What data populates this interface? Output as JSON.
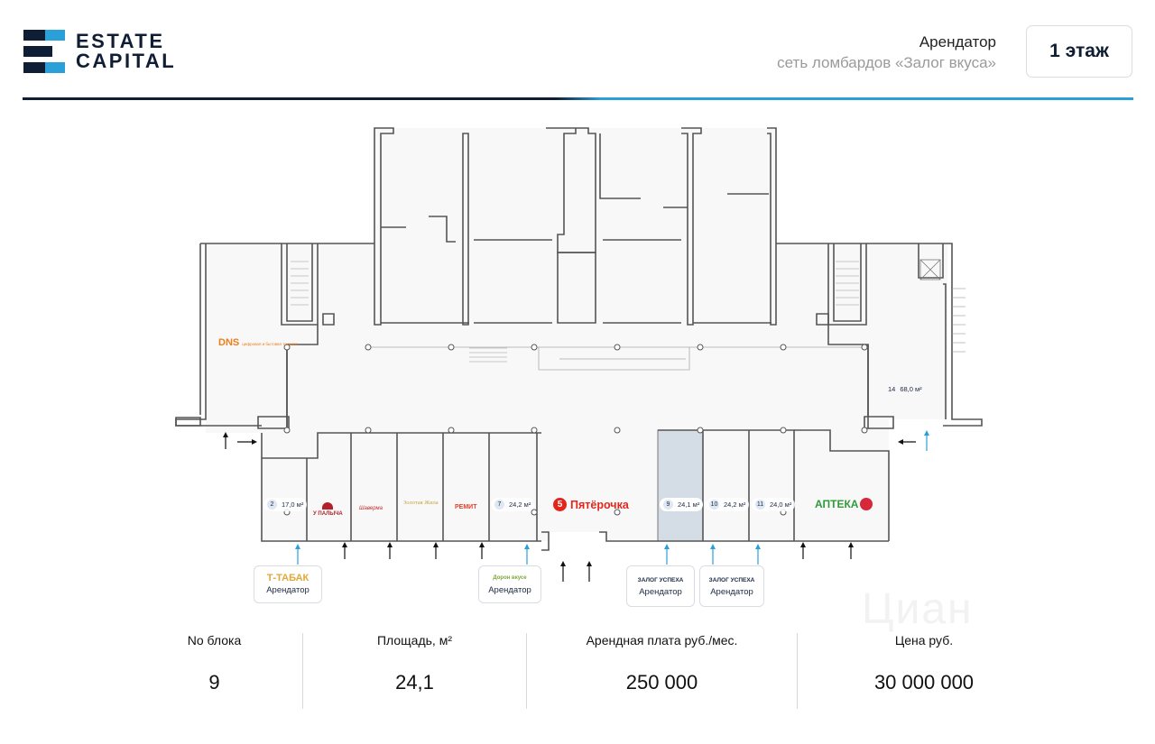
{
  "header": {
    "logo_line1": "ESTATE",
    "logo_line2": "CAPITAL",
    "tenant_label": "Арендатор",
    "tenant_value": "сеть ломбардов «Залог вкуса»",
    "floor_button": "1 этаж"
  },
  "colors": {
    "brand_dark": "#0f1e34",
    "brand_blue": "#2a9fd8",
    "selected_unit": "#d4dce5",
    "wall": "#5a5a5a",
    "arrow_blue": "#2a9fd8"
  },
  "plan": {
    "tenants_in_plan": [
      {
        "name": "DNS",
        "sub": "цифровая и бытовая техника",
        "color": "#f07d1a"
      },
      {
        "name": "У ПАЛЫЧА",
        "color": "#b3202a"
      },
      {
        "name": "Шаверма",
        "color": "#c42a2a"
      },
      {
        "name": "Золотая Жила",
        "color": "#c9a23a"
      },
      {
        "name": "РЕМИТ",
        "color": "#e0412a"
      },
      {
        "name": "Пятёрочка",
        "color": "#e2261c"
      },
      {
        "name": "АПТЕКА",
        "color": "#2f9b3a"
      }
    ],
    "units": [
      {
        "number": "2",
        "area": "17,0 м²"
      },
      {
        "number": "7",
        "area": "24,2 м²"
      },
      {
        "number": "9",
        "area": "24,1 м²",
        "selected": true
      },
      {
        "number": "10",
        "area": "24,2 м²"
      },
      {
        "number": "11",
        "area": "24,0 м²"
      },
      {
        "number": "14",
        "area": "68,0 м²"
      }
    ],
    "tenant_tags": [
      {
        "name": "Т-ТАБАК",
        "role": "Арендатор",
        "color": "#e0a83a"
      },
      {
        "name": "Дорон вкусе",
        "role": "Арендатор",
        "color": "#7aa83a"
      },
      {
        "name": "ЗАЛОГ УСПЕХА",
        "role": "Арендатор",
        "color": "#1b2a44"
      },
      {
        "name": "ЗАЛОГ УСПЕХА",
        "role": "Арендатор",
        "color": "#1b2a44"
      }
    ]
  },
  "stats": {
    "columns": [
      {
        "label": "No блока",
        "value": "9"
      },
      {
        "label": "Площадь, м²",
        "value": "24,1"
      },
      {
        "label": "Арендная плата руб./мес.",
        "value": "250 000"
      },
      {
        "label": "Цена руб.",
        "value": "30 000 000"
      }
    ]
  },
  "watermark": "Циан"
}
